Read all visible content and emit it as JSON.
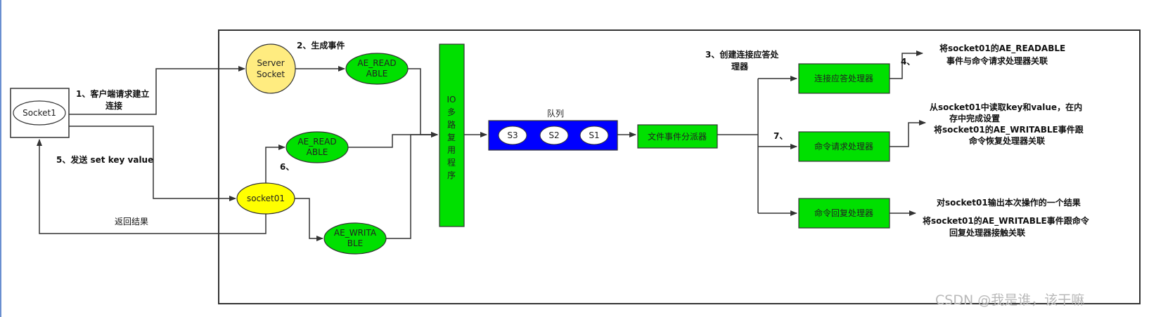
{
  "nodes": {
    "socket1": "Socket1",
    "server_socket_1": "Server",
    "server_socket_2": "Socket",
    "ae_readable_top_1": "AE_READ",
    "ae_readable_top_2": "ABLE",
    "ae_readable_mid_1": "AE_READ",
    "ae_readable_mid_2": "ABLE",
    "socket01": "socket01",
    "ae_writable_1": "AE_WRITA",
    "ae_writable_2": "BLE",
    "io_multiplexer": [
      "IO",
      "多",
      "路",
      "复",
      "用",
      "程",
      "序"
    ],
    "queue_label": "队列",
    "queue_items": [
      "S3",
      "S2",
      "S1"
    ],
    "dispatcher": "文件事件分派器",
    "conn_handler": "连接应答处理器",
    "req_handler": "命令请求处理器",
    "reply_handler": "命令回复处理器"
  },
  "labels": {
    "step1_line1": "1、客户端请求建立",
    "step1_line2": "连接",
    "step2": "2、生成事件",
    "step3_line1": "3、创建连接应答处",
    "step3_line2": "理器",
    "step4": "4、",
    "step4_desc_line1": "将socket01的AE_READABLE",
    "step4_desc_line2": "事件与命令请求处理器关联",
    "step5": "5、发送 set key value",
    "step6": "6、",
    "step7": "7、",
    "return_result": "返回结果",
    "read_desc_line1": "从socket01中读取key和value，在内",
    "read_desc_line2": "存中完成设置",
    "read_desc_line3": "将socket01的AE_WRITABLE事件跟",
    "read_desc_line4": "命令恢复处理器关联",
    "reply_desc_line1": "对socket01输出本次操作的一个结果",
    "reply_desc_line2": "将socket01的AE_WRITABLE事件跟命令",
    "reply_desc_line3": "回复处理器接触关联"
  },
  "watermark": "CSDN @我是谁，该干嘛",
  "colors": {
    "green": "#00e000",
    "yellow": "#ffff00",
    "light_yellow": "#ffec80",
    "blue": "#0000ff",
    "line": "#333333"
  }
}
